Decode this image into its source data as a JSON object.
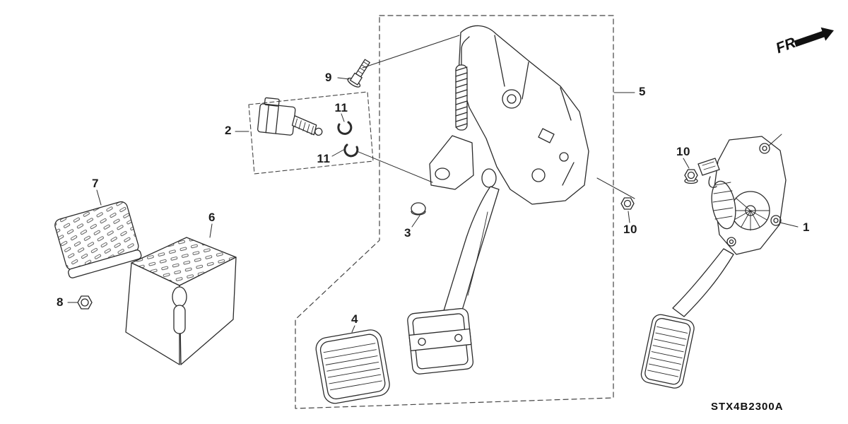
{
  "diagram": {
    "code": "STX4B2300A",
    "direction_label": "FR.",
    "callouts": [
      {
        "part": "1"
      },
      {
        "part": "2"
      },
      {
        "part": "3"
      },
      {
        "part": "4"
      },
      {
        "part": "5"
      },
      {
        "part": "6"
      },
      {
        "part": "7"
      },
      {
        "part": "8"
      },
      {
        "part": "9"
      },
      {
        "part": "10"
      },
      {
        "part": "10"
      },
      {
        "part": "11"
      },
      {
        "part": "11"
      }
    ]
  }
}
